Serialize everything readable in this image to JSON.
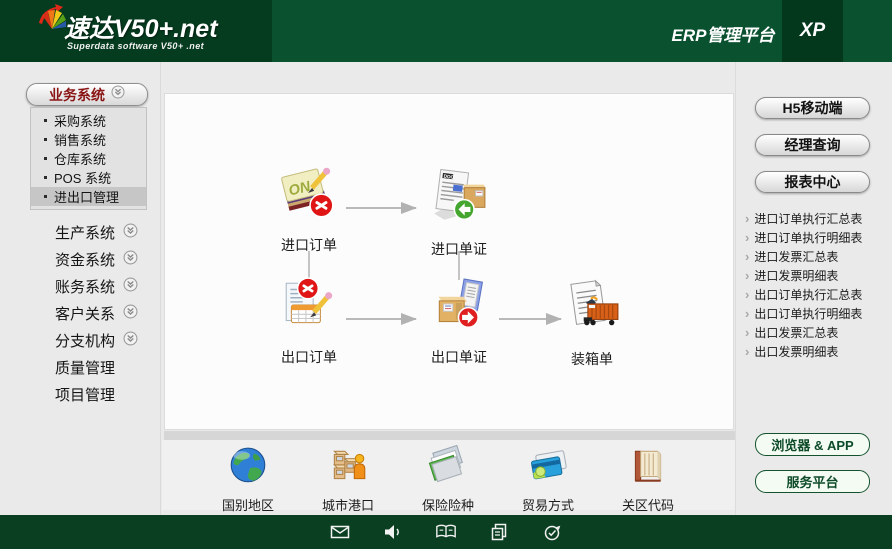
{
  "header": {
    "logo_title": "速达V50+.net",
    "logo_subtitle": "Superdata software V50+ .net",
    "platform_label": "ERP管理平台",
    "edition_label": "XP"
  },
  "sidebar": {
    "group_button_label": "业务系统",
    "sub_items": [
      {
        "label": "采购系统",
        "selected": false
      },
      {
        "label": "销售系统",
        "selected": false
      },
      {
        "label": "仓库系统",
        "selected": false
      },
      {
        "label": "POS 系统",
        "selected": false
      },
      {
        "label": "进出口管理",
        "selected": true
      }
    ],
    "group_items": [
      {
        "label": "生产系统",
        "expandable": true
      },
      {
        "label": "资金系统",
        "expandable": true
      },
      {
        "label": "账务系统",
        "expandable": true
      },
      {
        "label": "客户关系",
        "expandable": true
      },
      {
        "label": "分支机构",
        "expandable": true
      },
      {
        "label": "质量管理",
        "expandable": false
      },
      {
        "label": "项目管理",
        "expandable": false
      }
    ]
  },
  "flowchart": {
    "nodes": [
      {
        "id": "import-order",
        "label": "进口订单",
        "icon": "import-order-icon"
      },
      {
        "id": "import-docs",
        "label": "进口单证",
        "icon": "import-docs-icon"
      },
      {
        "id": "export-order",
        "label": "出口订单",
        "icon": "export-order-icon"
      },
      {
        "id": "export-docs",
        "label": "出口单证",
        "icon": "export-docs-icon"
      },
      {
        "id": "packing-list",
        "label": "装箱单",
        "icon": "packing-list-icon"
      }
    ],
    "edges": [
      "进口订单→进口单证",
      "进口订单→出口订单",
      "进口单证→出口单证",
      "出口订单→出口单证",
      "出口单证→装箱单"
    ]
  },
  "basedata_strip": {
    "items": [
      {
        "label": "国别地区",
        "icon": "globe-icon"
      },
      {
        "label": "城市港口",
        "icon": "port-boxes-icon"
      },
      {
        "label": "保险险种",
        "icon": "insurance-folder-icon"
      },
      {
        "label": "贸易方式",
        "icon": "trade-cards-icon"
      },
      {
        "label": "关区代码",
        "icon": "customs-book-icon"
      }
    ]
  },
  "right_panel": {
    "buttons": [
      {
        "label": "H5移动端"
      },
      {
        "label": "经理查询"
      },
      {
        "label": "报表中心"
      }
    ],
    "reports": [
      {
        "label": "进口订单执行汇总表"
      },
      {
        "label": "进口订单执行明细表"
      },
      {
        "label": "进口发票汇总表"
      },
      {
        "label": "进口发票明细表"
      },
      {
        "label": "出口订单执行汇总表"
      },
      {
        "label": "出口订单执行明细表"
      },
      {
        "label": "出口发票汇总表"
      },
      {
        "label": "出口发票明细表"
      }
    ],
    "green_buttons": [
      {
        "label": "浏览器 & APP"
      },
      {
        "label": "服务平台"
      }
    ]
  },
  "footer": {
    "icons": [
      "mail-icon",
      "speaker-icon",
      "help-book-icon",
      "copy-icon",
      "history-icon"
    ]
  },
  "colors": {
    "header_left_bg": "#053c1f",
    "header_right_bg": "#0a5130",
    "edition_bg": "#04381d",
    "body_bg": "#eaeaea",
    "canvas_bg": "#fcfcfc",
    "footer_bg": "#0a3f22",
    "accent_red_text": "#8a1414",
    "green_button_border": "#15532f",
    "selected_item_bg": "#c6c6c6"
  }
}
